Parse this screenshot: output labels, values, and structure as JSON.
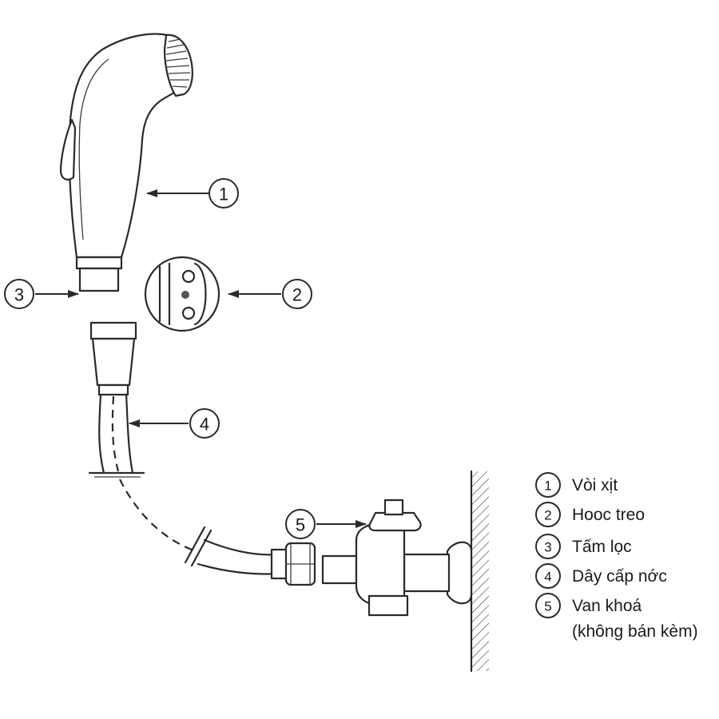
{
  "callouts": [
    {
      "id": "1"
    },
    {
      "id": "2"
    },
    {
      "id": "3"
    },
    {
      "id": "4"
    },
    {
      "id": "5"
    }
  ],
  "legend": [
    {
      "num": "1",
      "label": "Vòi xịt"
    },
    {
      "num": "2",
      "label": "Hooc treo"
    },
    {
      "num": "3",
      "label": "Tấm lọc"
    },
    {
      "num": "4",
      "label": "Dây cấp nớc"
    },
    {
      "num": "5",
      "label": "Van khoá",
      "label2": "(không bán kèm)"
    }
  ],
  "colors": {
    "line": "#2a2a2a",
    "background": "#ffffff"
  }
}
